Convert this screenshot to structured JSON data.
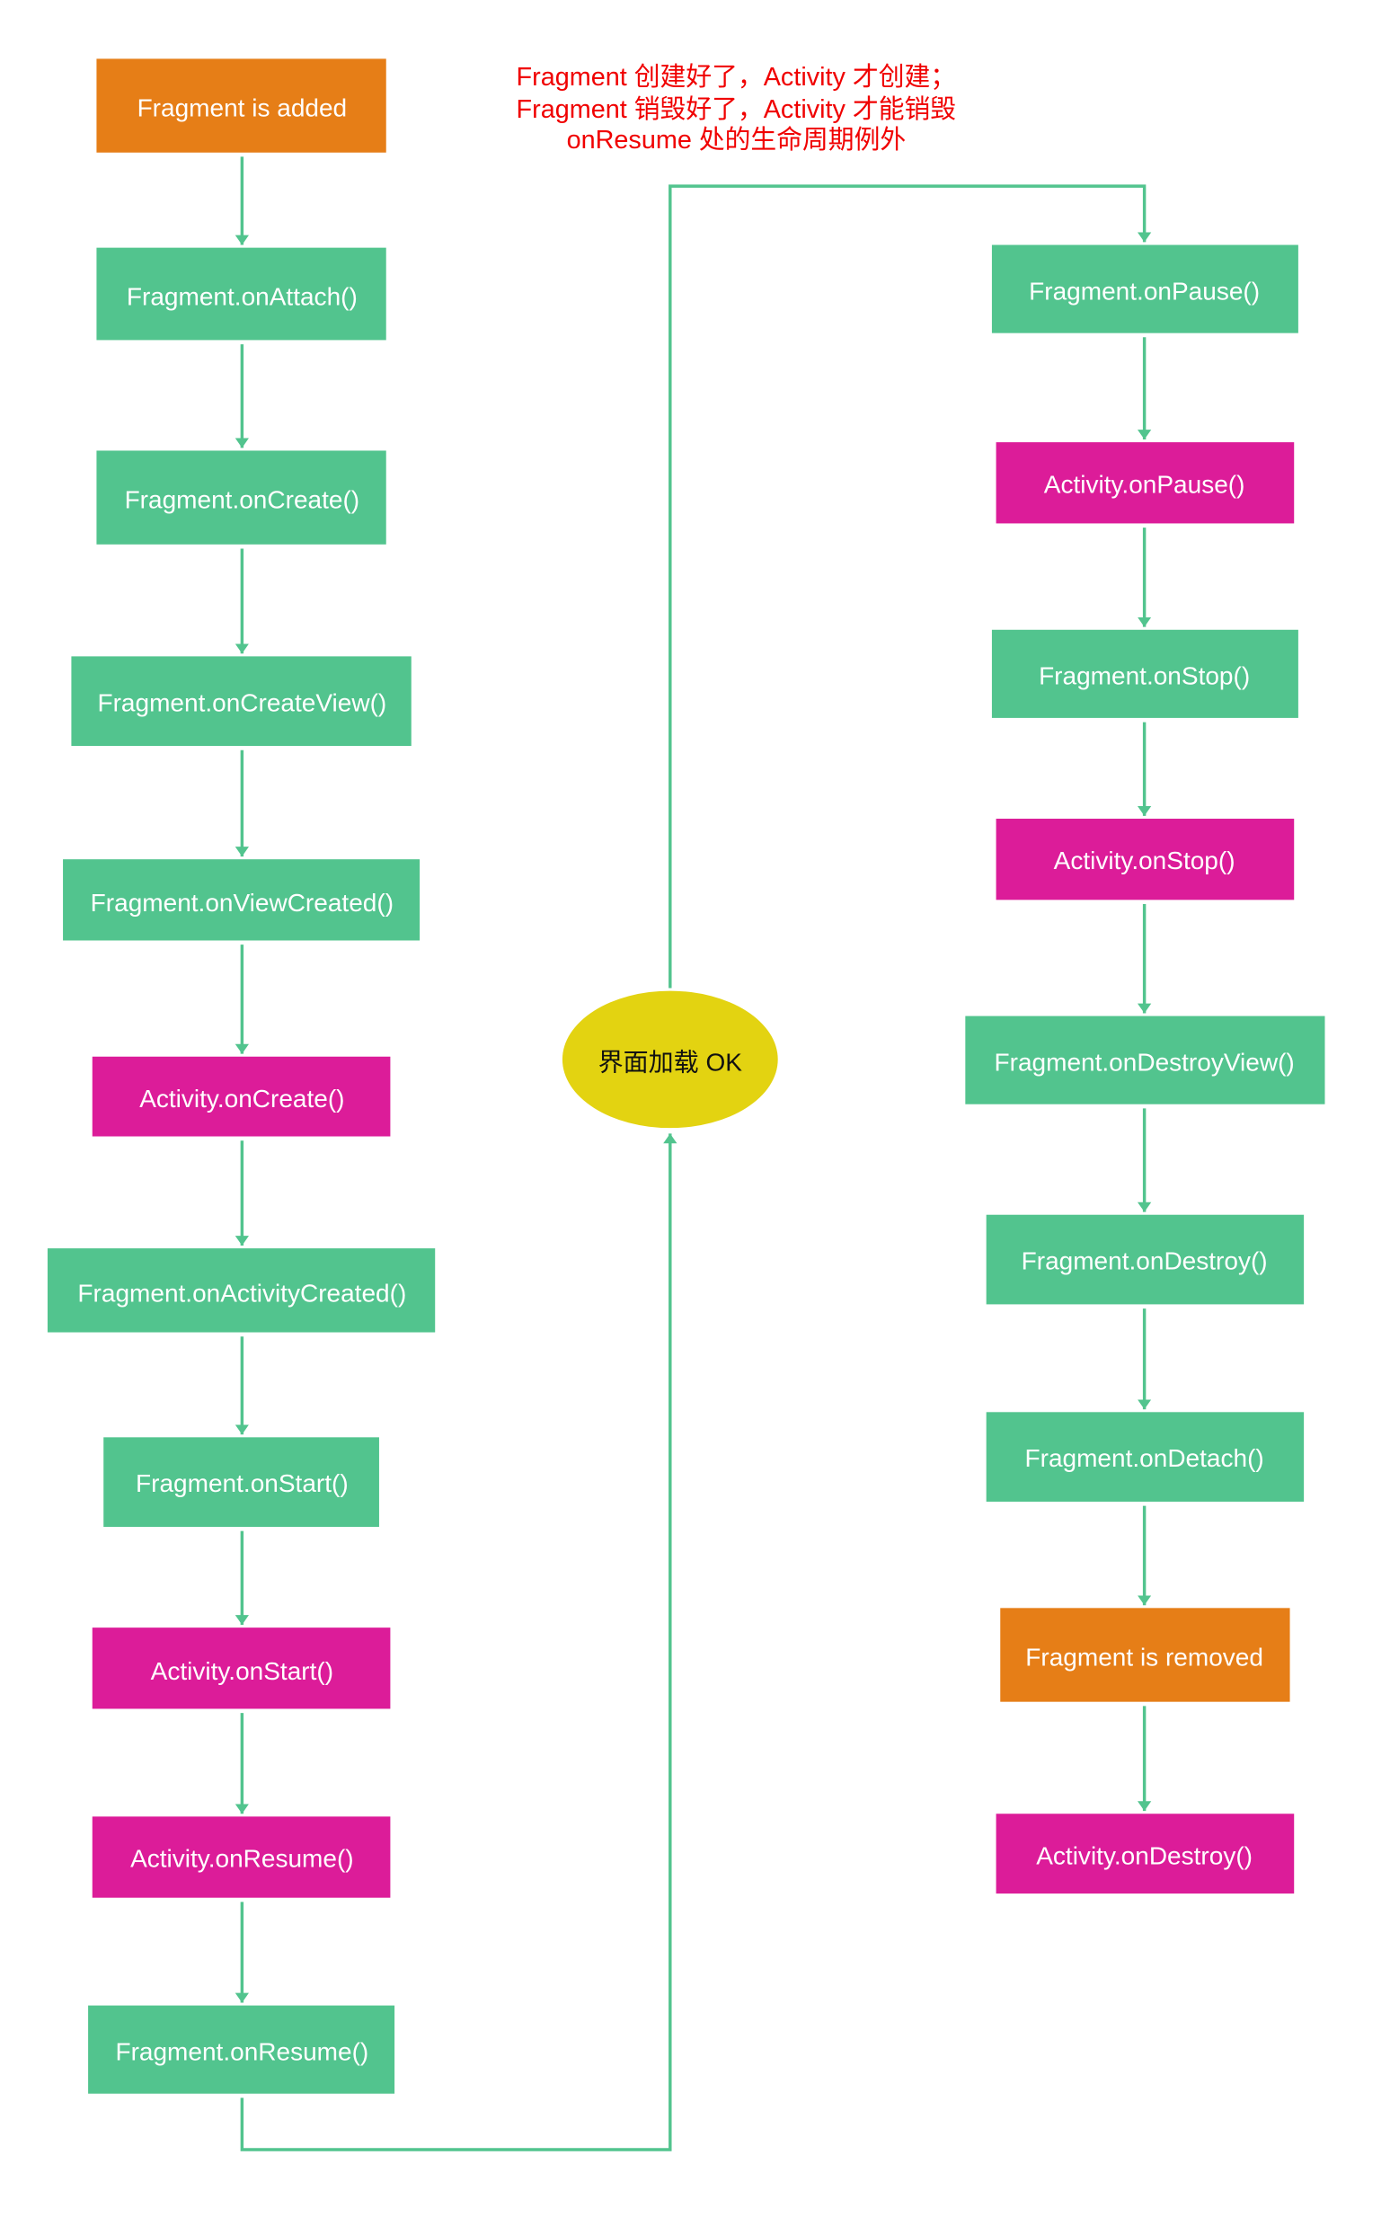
{
  "note": {
    "line1": "Fragment 创建好了，Activity 才创建；",
    "line2": "Fragment 销毁好了，Activity 才能销毁",
    "line3": "onResume 处的生命周期例外"
  },
  "center": {
    "label": "界面加载 OK"
  },
  "left": [
    "Fragment is added",
    "Fragment.onAttach()",
    "Fragment.onCreate()",
    "Fragment.onCreateView()",
    "Fragment.onViewCreated()",
    "Activity.onCreate()",
    "Fragment.onActivityCreated()",
    "Fragment.onStart()",
    "Activity.onStart()",
    "Activity.onResume()",
    "Fragment.onResume()"
  ],
  "right": [
    "Fragment.onPause()",
    "Activity.onPause()",
    "Fragment.onStop()",
    "Activity.onStop()",
    "Fragment.onDestroyView()",
    "Fragment.onDestroy()",
    "Fragment.onDetach()",
    "Fragment is removed",
    "Activity.onDestroy()"
  ],
  "colors": {
    "fragment": "#52C48E",
    "activity": "#DC1C99",
    "added_removed": "#E67E17",
    "milestone": "#E3D311",
    "note": "#F00000"
  }
}
